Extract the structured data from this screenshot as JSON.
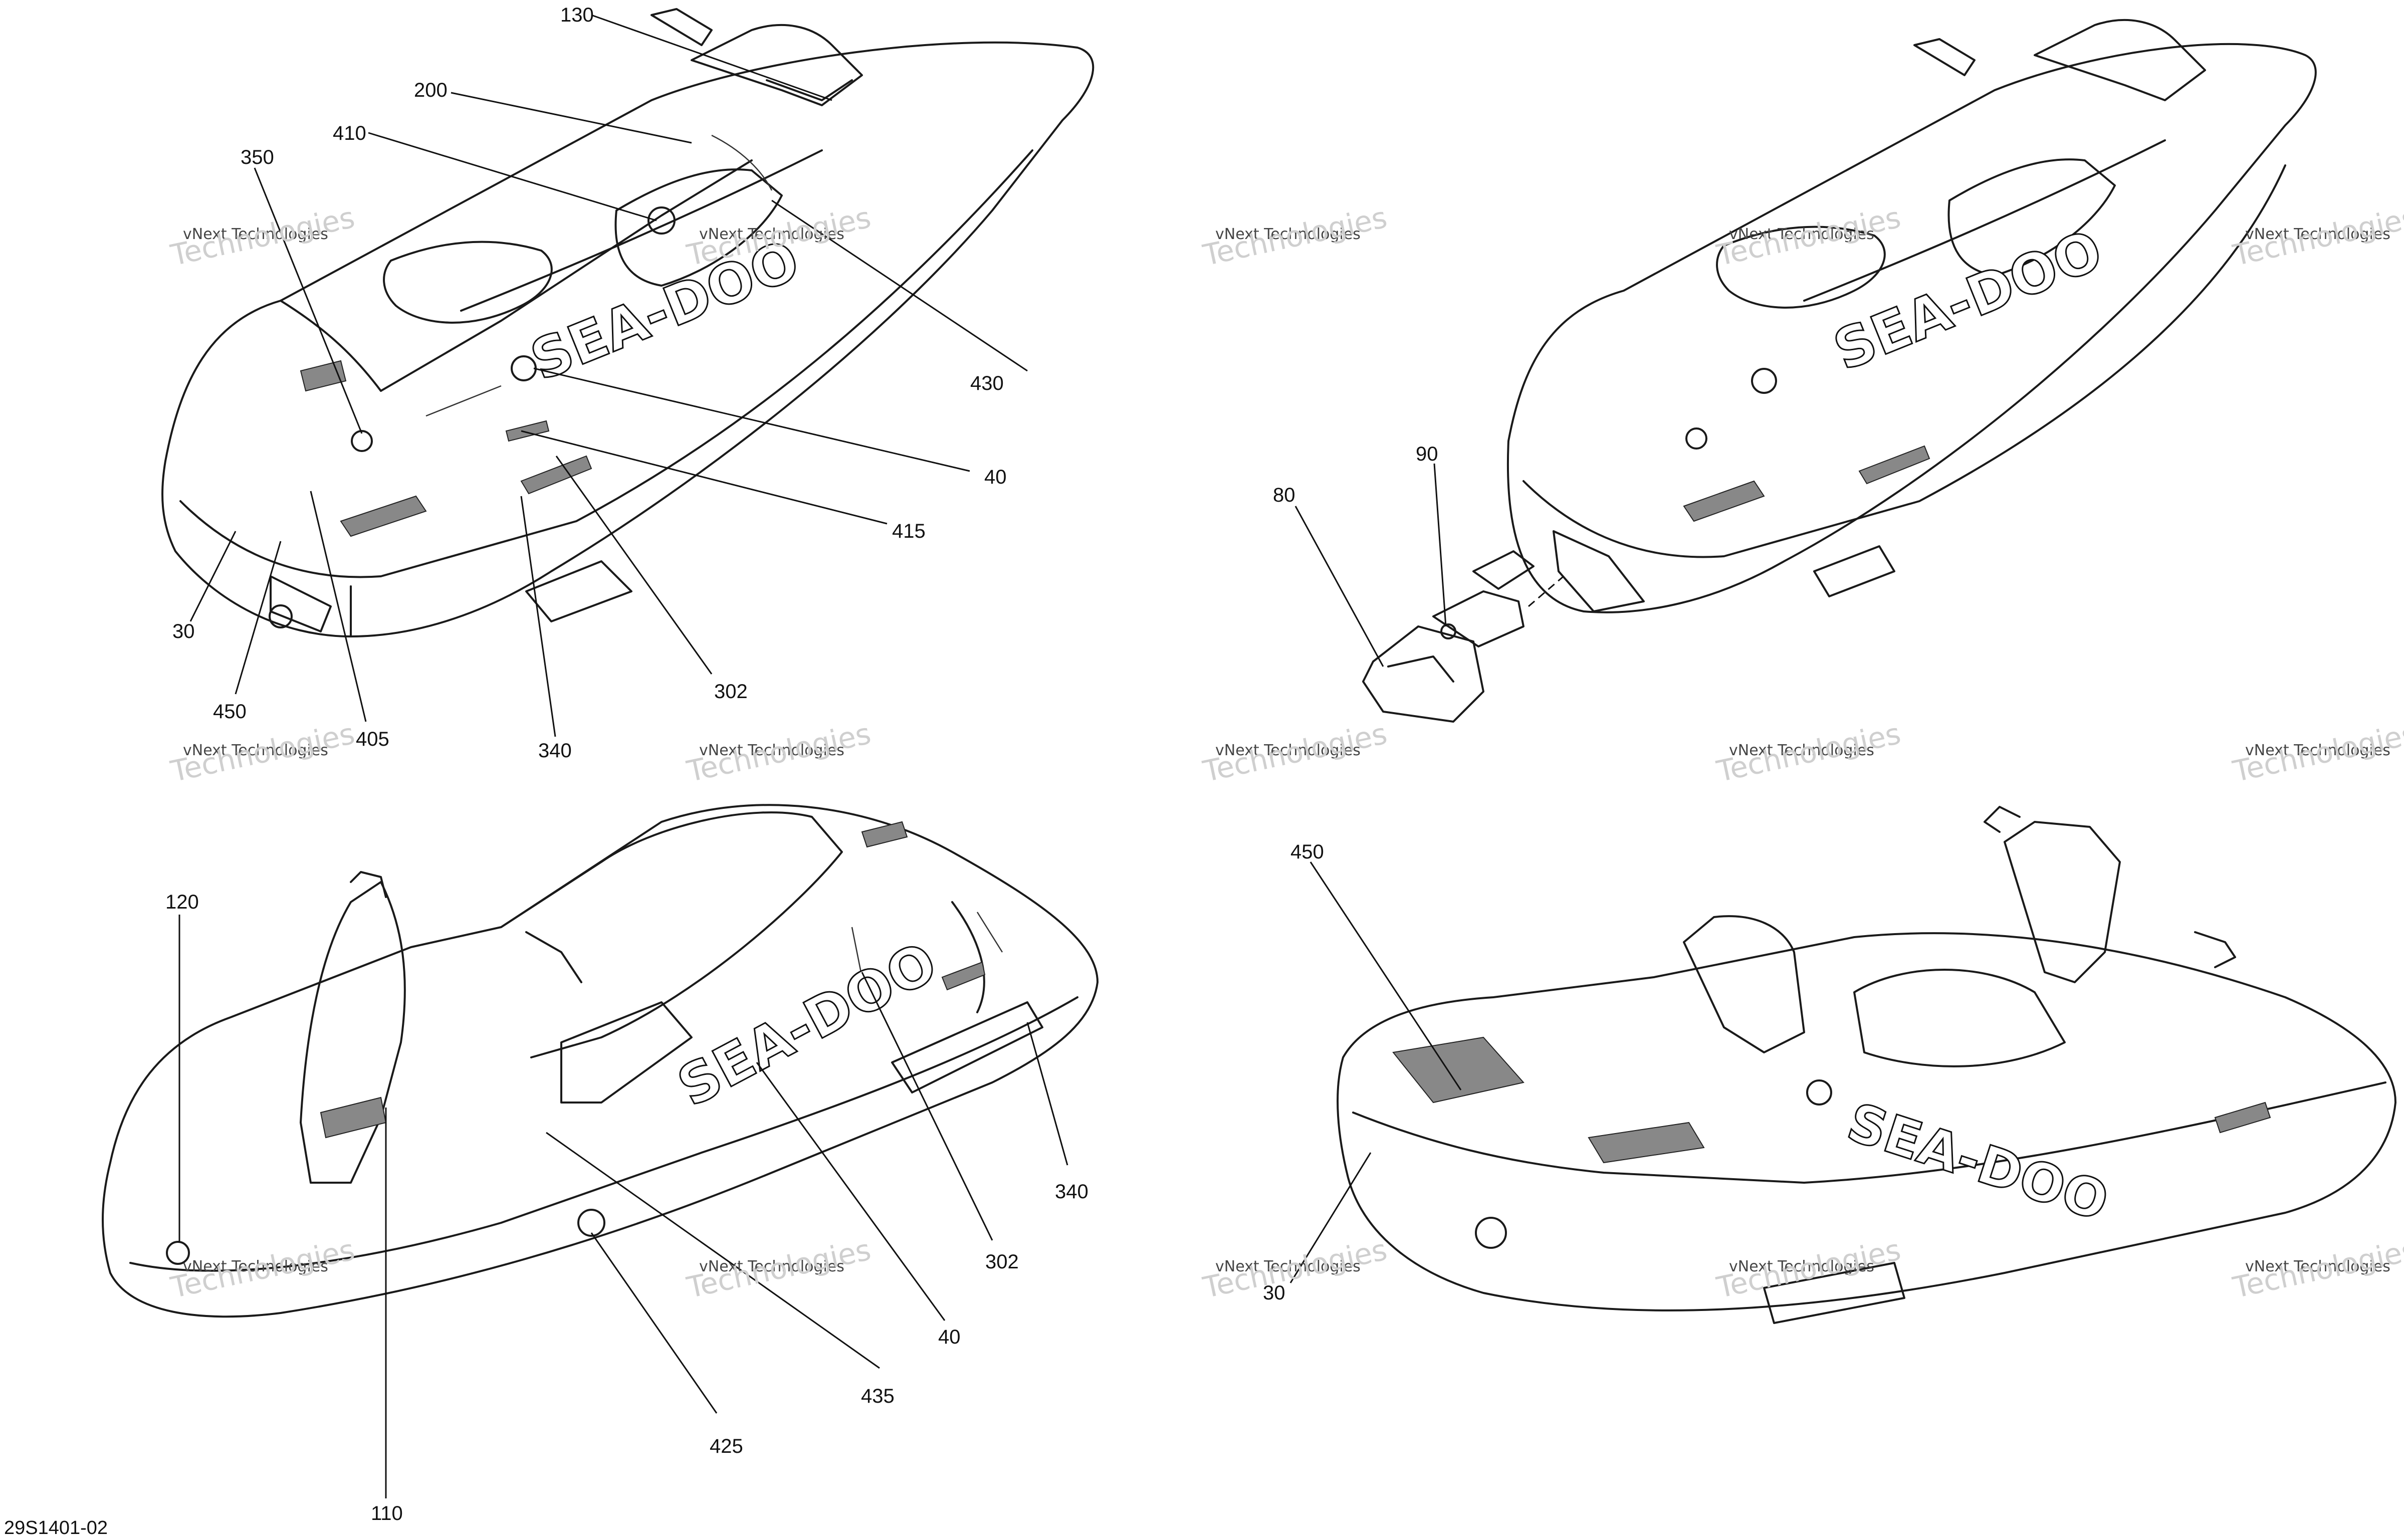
{
  "document_id": "29S1401-02",
  "watermark": {
    "line1": "vNext Technologies",
    "line2": "Technologies"
  },
  "brand_decal": "SEA-DOO",
  "views": {
    "top_left": {
      "callouts": [
        "130",
        "200",
        "410",
        "350",
        "430",
        "40",
        "415",
        "302",
        "340",
        "30",
        "450",
        "405"
      ]
    },
    "top_right": {
      "callouts": [
        "90",
        "80"
      ]
    },
    "bottom_left": {
      "callouts": [
        "120",
        "340",
        "302",
        "40",
        "435",
        "425",
        "110"
      ]
    },
    "bottom_right": {
      "callouts": [
        "450",
        "30"
      ]
    }
  }
}
